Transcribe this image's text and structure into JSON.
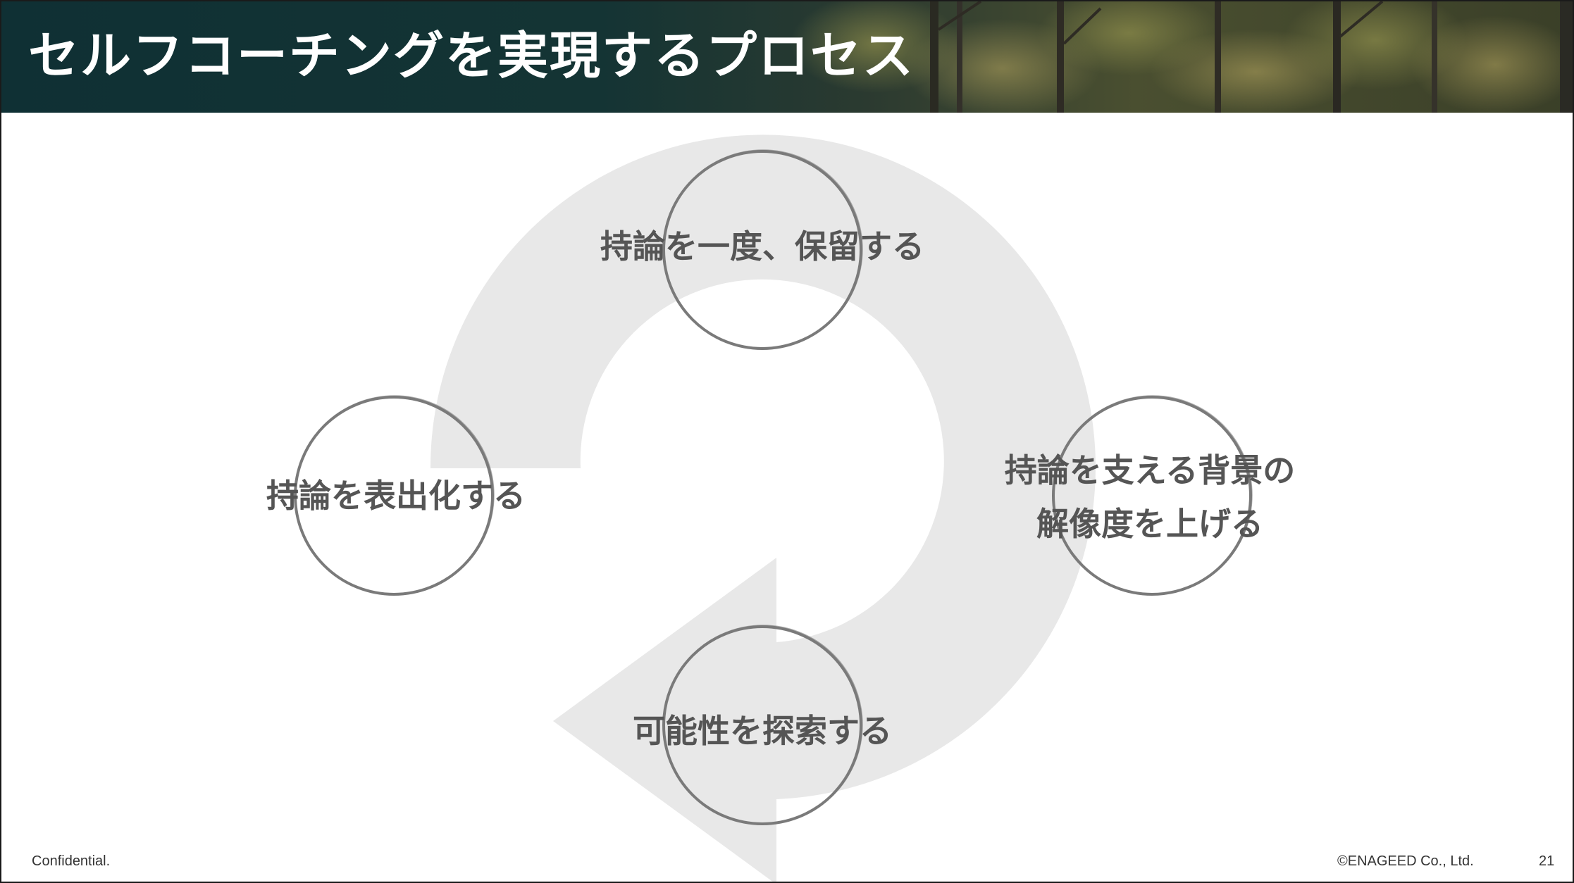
{
  "header": {
    "title": "セルフコーチングを実現するプロセス"
  },
  "diagram": {
    "steps": [
      {
        "label": "持論を一度、保留する"
      },
      {
        "label_line1": "持論を支える背景の",
        "label_line2": "解像度を上げる"
      },
      {
        "label": "可能性を探索する"
      },
      {
        "label": "持論を表出化する"
      }
    ],
    "arrow_color": "#e8e8e8",
    "circle_color": "#7a7a7a",
    "text_color": "#555555"
  },
  "footer": {
    "confidential": "Confidential.",
    "copyright": "©ENAGEED Co., Ltd.",
    "page_number": "21"
  },
  "colors": {
    "header_dark": "#0f3034",
    "header_forest": "#3f4a2c"
  }
}
